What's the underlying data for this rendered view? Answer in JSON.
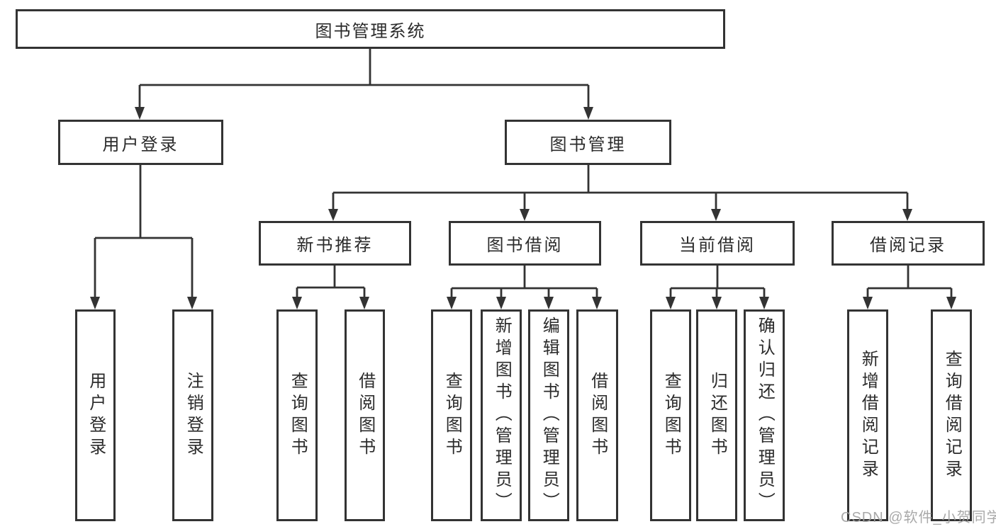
{
  "diagram_type": "hierarchy",
  "tree": {
    "label": "图书管理系统",
    "children": [
      {
        "label": "用户登录",
        "children": [
          {
            "label": "用户登录"
          },
          {
            "label": "注销登录"
          }
        ]
      },
      {
        "label": "图书管理",
        "children": [
          {
            "label": "新书推荐",
            "children": [
              {
                "label": "查询图书"
              },
              {
                "label": "借阅图书"
              }
            ]
          },
          {
            "label": "图书借阅",
            "children": [
              {
                "label": "查询图书"
              },
              {
                "label": "新增图书（管理员）"
              },
              {
                "label": "编辑图书（管理员）"
              },
              {
                "label": "借阅图书"
              }
            ]
          },
          {
            "label": "当前借阅",
            "children": [
              {
                "label": "查询图书"
              },
              {
                "label": "归还图书"
              },
              {
                "label": "确认归还（管理员）"
              }
            ]
          },
          {
            "label": "借阅记录",
            "children": [
              {
                "label": "新增借阅记录"
              },
              {
                "label": "查询借阅记录"
              }
            ]
          }
        ]
      }
    ]
  },
  "watermark": {
    "text": "CSDN @软件_小贺同学"
  },
  "colors": {
    "line": "#333333",
    "box_border": "#333333",
    "box_fill": "#ffffff",
    "text": "#2b2b2b",
    "background": "#ffffff",
    "watermark": "#a0a0a0"
  }
}
